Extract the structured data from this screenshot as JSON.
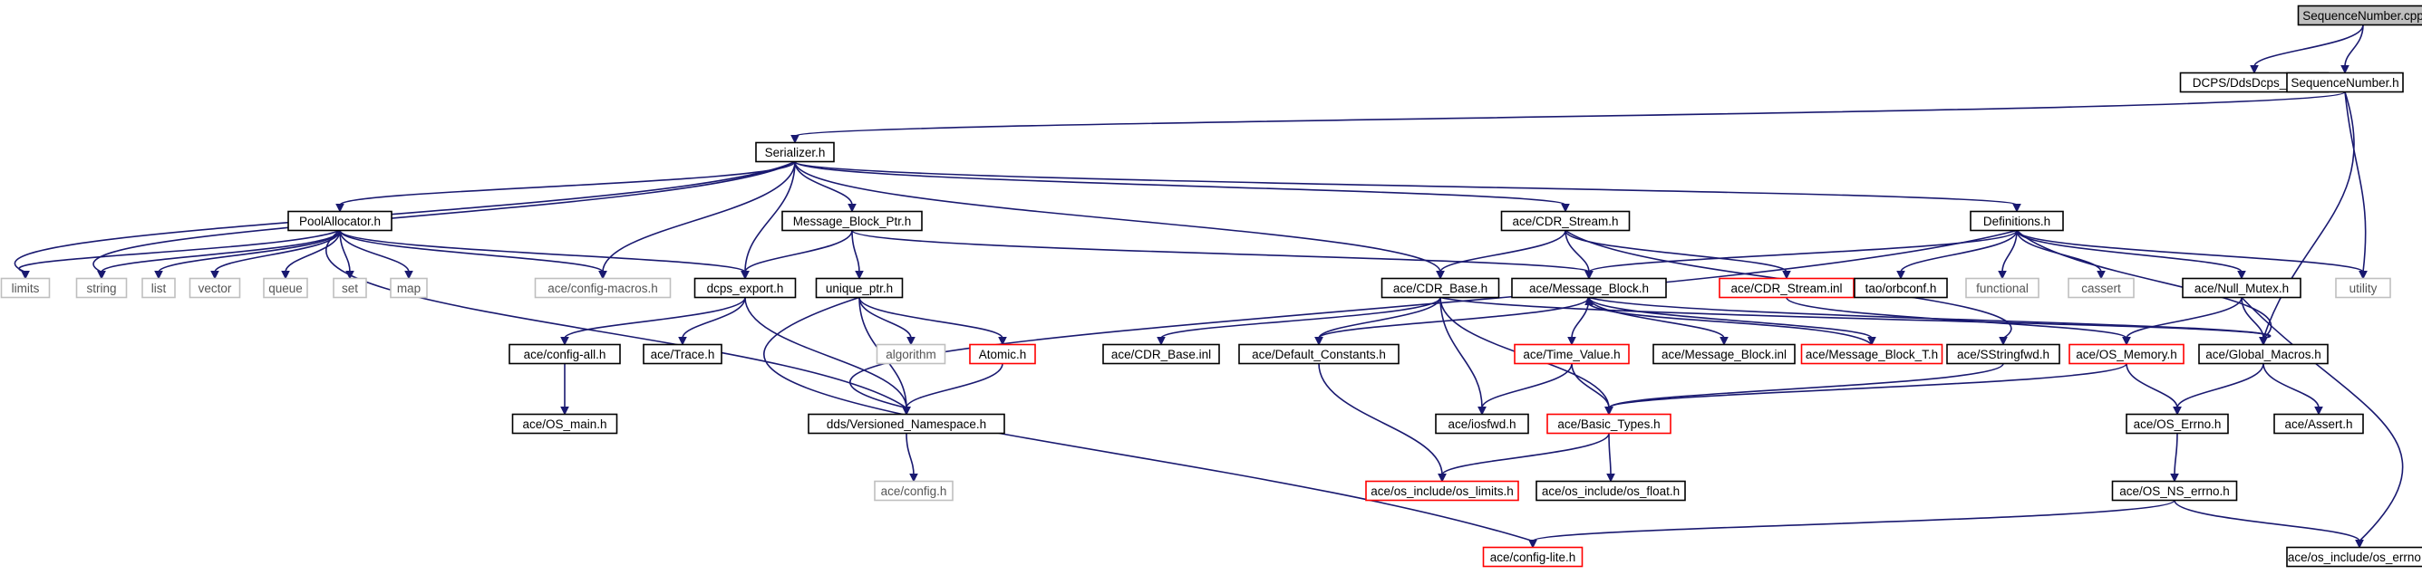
{
  "colors": {
    "edge": "#191970",
    "border_normal": "#000000",
    "border_truncated": "#ff0000",
    "border_external": "#bfbfbf",
    "fill_root": "#bfbfbf",
    "text_normal": "#000000",
    "text_external": "#555555"
  },
  "nodes": [
    {
      "id": "root",
      "label": "SequenceNumber.cpp",
      "kind": "root"
    },
    {
      "id": "dcpspch",
      "label": "DCPS/DdsDcps_pch.h",
      "kind": "normal"
    },
    {
      "id": "seqnum",
      "label": "SequenceNumber.h",
      "kind": "normal"
    },
    {
      "id": "serializer",
      "label": "Serializer.h",
      "kind": "normal"
    },
    {
      "id": "poolalloc",
      "label": "PoolAllocator.h",
      "kind": "normal"
    },
    {
      "id": "mbptr",
      "label": "Message_Block_Ptr.h",
      "kind": "normal"
    },
    {
      "id": "cdrstream",
      "label": "ace/CDR_Stream.h",
      "kind": "normal"
    },
    {
      "id": "definitions",
      "label": "Definitions.h",
      "kind": "normal"
    },
    {
      "id": "limits",
      "label": "limits",
      "kind": "external"
    },
    {
      "id": "string",
      "label": "string",
      "kind": "external"
    },
    {
      "id": "list",
      "label": "list",
      "kind": "external"
    },
    {
      "id": "vector",
      "label": "vector",
      "kind": "external"
    },
    {
      "id": "queue",
      "label": "queue",
      "kind": "external"
    },
    {
      "id": "set",
      "label": "set",
      "kind": "external"
    },
    {
      "id": "map",
      "label": "map",
      "kind": "external"
    },
    {
      "id": "configmacros",
      "label": "ace/config-macros.h",
      "kind": "external"
    },
    {
      "id": "dcpsexport",
      "label": "dcps_export.h",
      "kind": "normal"
    },
    {
      "id": "uniqueptr",
      "label": "unique_ptr.h",
      "kind": "normal"
    },
    {
      "id": "cdrbase",
      "label": "ace/CDR_Base.h",
      "kind": "normal"
    },
    {
      "id": "messageblock",
      "label": "ace/Message_Block.h",
      "kind": "normal"
    },
    {
      "id": "cdrstreaminl",
      "label": "ace/CDR_Stream.inl",
      "kind": "truncated"
    },
    {
      "id": "orbconf",
      "label": "tao/orbconf.h",
      "kind": "normal"
    },
    {
      "id": "functional",
      "label": "functional",
      "kind": "external"
    },
    {
      "id": "cassert",
      "label": "cassert",
      "kind": "external"
    },
    {
      "id": "nullmutex",
      "label": "ace/Null_Mutex.h",
      "kind": "normal"
    },
    {
      "id": "utility",
      "label": "utility",
      "kind": "external"
    },
    {
      "id": "configall",
      "label": "ace/config-all.h",
      "kind": "normal"
    },
    {
      "id": "trace",
      "label": "ace/Trace.h",
      "kind": "normal"
    },
    {
      "id": "algorithm",
      "label": "algorithm",
      "kind": "external"
    },
    {
      "id": "atomic",
      "label": "Atomic.h",
      "kind": "truncated"
    },
    {
      "id": "cdrbaseinl",
      "label": "ace/CDR_Base.inl",
      "kind": "normal"
    },
    {
      "id": "defconst",
      "label": "ace/Default_Constants.h",
      "kind": "normal"
    },
    {
      "id": "timevalue",
      "label": "ace/Time_Value.h",
      "kind": "truncated"
    },
    {
      "id": "mbinl",
      "label": "ace/Message_Block.inl",
      "kind": "normal"
    },
    {
      "id": "mbt",
      "label": "ace/Message_Block_T.h",
      "kind": "truncated"
    },
    {
      "id": "sstringfwd",
      "label": "ace/SStringfwd.h",
      "kind": "normal"
    },
    {
      "id": "osmemory",
      "label": "ace/OS_Memory.h",
      "kind": "truncated"
    },
    {
      "id": "globalmacros",
      "label": "ace/Global_Macros.h",
      "kind": "normal"
    },
    {
      "id": "osmain",
      "label": "ace/OS_main.h",
      "kind": "normal"
    },
    {
      "id": "versioned",
      "label": "dds/Versioned_Namespace.h",
      "kind": "normal"
    },
    {
      "id": "iosfwd",
      "label": "ace/iosfwd.h",
      "kind": "normal"
    },
    {
      "id": "basictypes",
      "label": "ace/Basic_Types.h",
      "kind": "truncated"
    },
    {
      "id": "oserrno",
      "label": "ace/OS_Errno.h",
      "kind": "normal"
    },
    {
      "id": "assert",
      "label": "ace/Assert.h",
      "kind": "normal"
    },
    {
      "id": "config",
      "label": "ace/config.h",
      "kind": "external"
    },
    {
      "id": "oslimits",
      "label": "ace/os_include/os_limits.h",
      "kind": "truncated"
    },
    {
      "id": "osfloat",
      "label": "ace/os_include/os_float.h",
      "kind": "normal"
    },
    {
      "id": "osnserrno",
      "label": "ace/OS_NS_errno.h",
      "kind": "normal"
    },
    {
      "id": "configlite",
      "label": "ace/config-lite.h",
      "kind": "truncated"
    },
    {
      "id": "oserrnoinc",
      "label": "ace/os_include/os_errno.h",
      "kind": "normal"
    }
  ],
  "edges": [
    [
      "root",
      "dcpspch"
    ],
    [
      "root",
      "seqnum"
    ],
    [
      "seqnum",
      "serializer"
    ],
    [
      "seqnum",
      "utility"
    ],
    [
      "seqnum",
      "globalmacros"
    ],
    [
      "serializer",
      "poolalloc"
    ],
    [
      "serializer",
      "mbptr"
    ],
    [
      "serializer",
      "cdrstream"
    ],
    [
      "serializer",
      "definitions"
    ],
    [
      "serializer",
      "limits"
    ],
    [
      "serializer",
      "string"
    ],
    [
      "serializer",
      "configmacros"
    ],
    [
      "serializer",
      "dcpsexport"
    ],
    [
      "serializer",
      "cdrbase"
    ],
    [
      "poolalloc",
      "limits"
    ],
    [
      "poolalloc",
      "string"
    ],
    [
      "poolalloc",
      "list"
    ],
    [
      "poolalloc",
      "vector"
    ],
    [
      "poolalloc",
      "queue"
    ],
    [
      "poolalloc",
      "set"
    ],
    [
      "poolalloc",
      "map"
    ],
    [
      "poolalloc",
      "configmacros"
    ],
    [
      "poolalloc",
      "dcpsexport"
    ],
    [
      "poolalloc",
      "versioned"
    ],
    [
      "mbptr",
      "uniqueptr"
    ],
    [
      "mbptr",
      "messageblock"
    ],
    [
      "mbptr",
      "dcpsexport"
    ],
    [
      "cdrstream",
      "cdrbase"
    ],
    [
      "cdrstream",
      "messageblock"
    ],
    [
      "cdrstream",
      "cdrstreaminl"
    ],
    [
      "cdrstream",
      "sstringfwd"
    ],
    [
      "definitions",
      "orbconf"
    ],
    [
      "definitions",
      "functional"
    ],
    [
      "definitions",
      "cassert"
    ],
    [
      "definitions",
      "nullmutex"
    ],
    [
      "definitions",
      "utility"
    ],
    [
      "definitions",
      "messageblock"
    ],
    [
      "definitions",
      "versioned"
    ],
    [
      "definitions",
      "globalmacros"
    ],
    [
      "dcpsexport",
      "configall"
    ],
    [
      "dcpsexport",
      "trace"
    ],
    [
      "dcpsexport",
      "versioned"
    ],
    [
      "uniqueptr",
      "algorithm"
    ],
    [
      "uniqueptr",
      "atomic"
    ],
    [
      "uniqueptr",
      "versioned"
    ],
    [
      "uniqueptr",
      "configlite"
    ],
    [
      "cdrbase",
      "cdrbaseinl"
    ],
    [
      "cdrbase",
      "defconst"
    ],
    [
      "cdrbase",
      "iosfwd"
    ],
    [
      "cdrbase",
      "basictypes"
    ],
    [
      "cdrbase",
      "globalmacros"
    ],
    [
      "messageblock",
      "timevalue"
    ],
    [
      "messageblock",
      "mbinl"
    ],
    [
      "messageblock",
      "mbt"
    ],
    [
      "messageblock",
      "defconst"
    ],
    [
      "messageblock",
      "globalmacros"
    ],
    [
      "cdrstreaminl",
      "osmemory"
    ],
    [
      "nullmutex",
      "osmemory"
    ],
    [
      "nullmutex",
      "globalmacros"
    ],
    [
      "nullmutex",
      "oserrnoinc"
    ],
    [
      "configall",
      "osmain"
    ],
    [
      "atomic",
      "versioned"
    ],
    [
      "defconst",
      "oslimits"
    ],
    [
      "timevalue",
      "iosfwd"
    ],
    [
      "timevalue",
      "basictypes"
    ],
    [
      "mbt",
      "messageblock"
    ],
    [
      "sstringfwd",
      "basictypes"
    ],
    [
      "osmemory",
      "oserrno"
    ],
    [
      "osmemory",
      "basictypes"
    ],
    [
      "globalmacros",
      "oserrno"
    ],
    [
      "globalmacros",
      "assert"
    ],
    [
      "versioned",
      "config"
    ],
    [
      "basictypes",
      "oslimits"
    ],
    [
      "basictypes",
      "osfloat"
    ],
    [
      "oserrno",
      "osnserrno"
    ],
    [
      "osnserrno",
      "configlite"
    ],
    [
      "osnserrno",
      "oserrnoinc"
    ]
  ]
}
